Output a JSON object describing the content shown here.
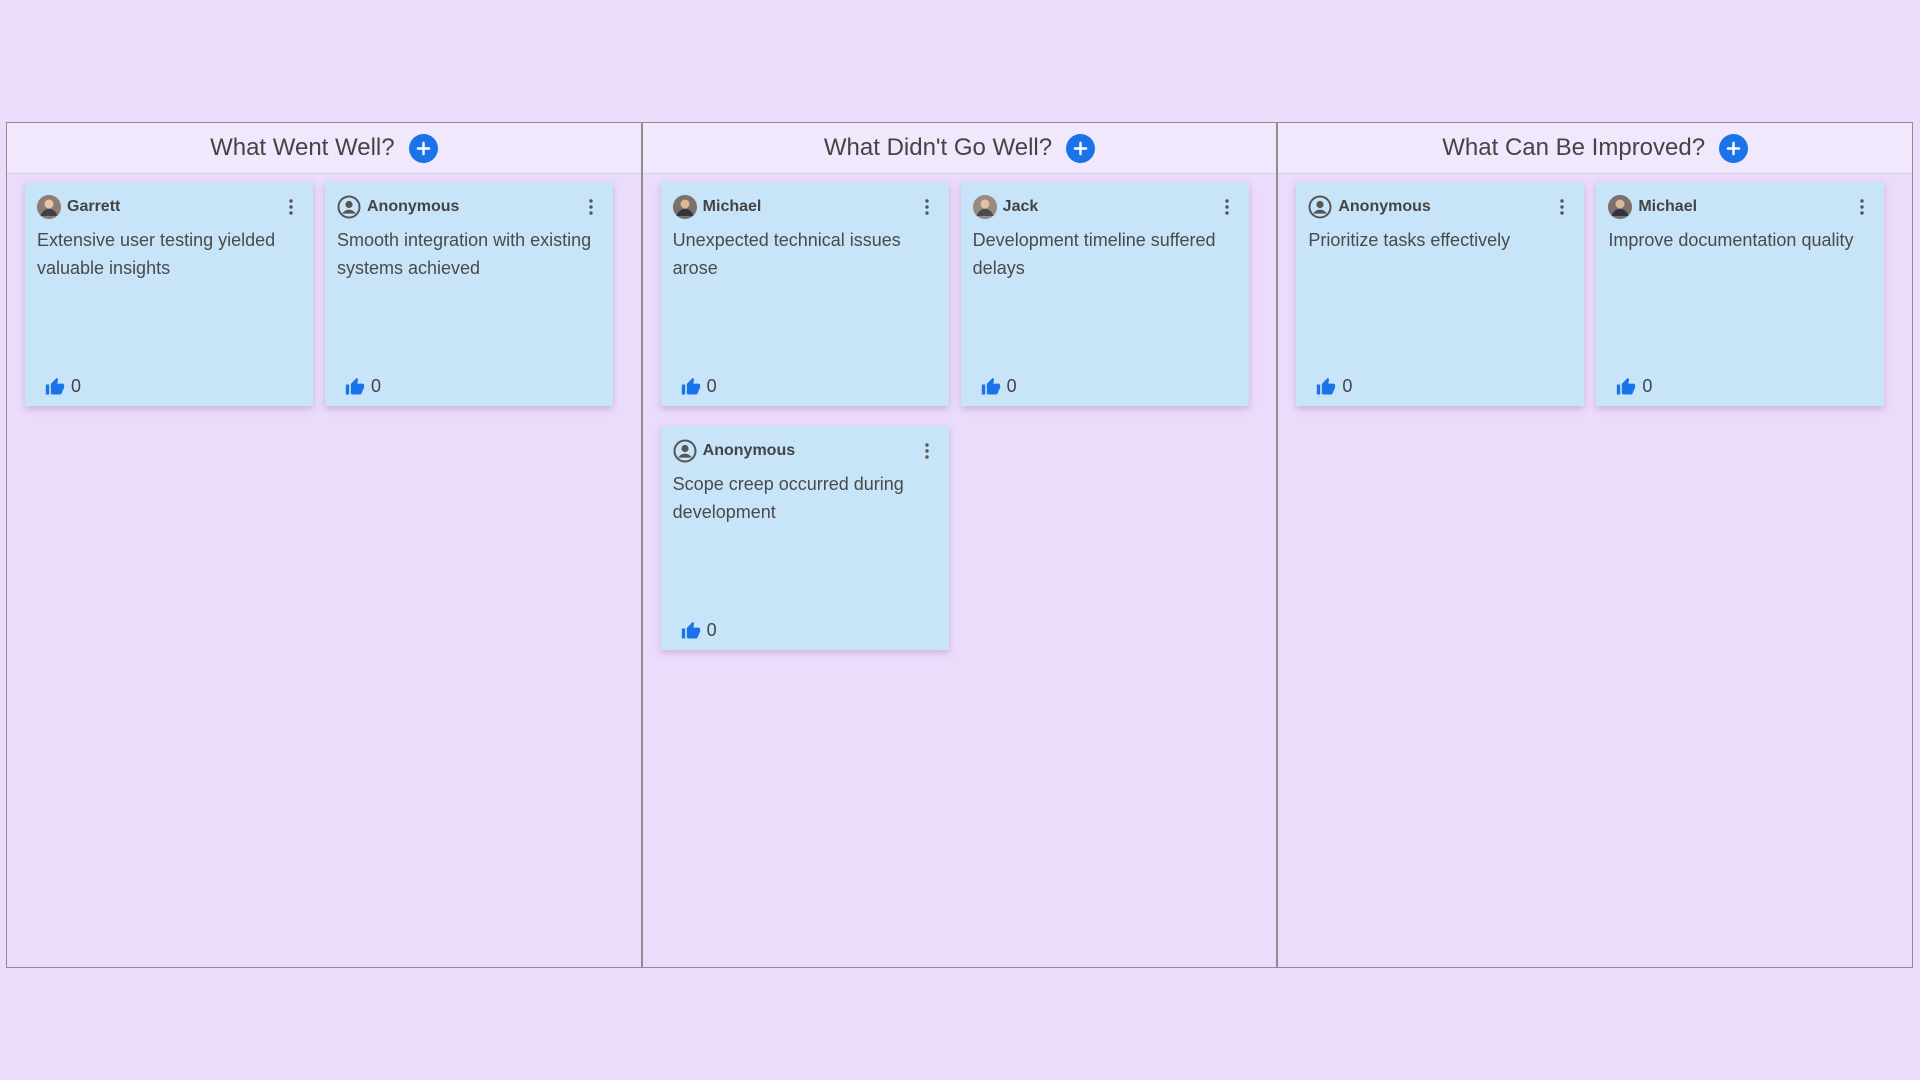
{
  "columns": [
    {
      "title": "What Went Well?",
      "cards": [
        {
          "author": "Garrett",
          "avatar": "photo",
          "text": "Extensive user testing yielded valuable insights",
          "likes": "0"
        },
        {
          "author": "Anonymous",
          "avatar": "anonymous",
          "text": "Smooth integration with existing systems achieved",
          "likes": "0"
        }
      ]
    },
    {
      "title": "What Didn't Go Well?",
      "cards": [
        {
          "author": "Michael",
          "avatar": "photo",
          "text": "Unexpected technical issues arose",
          "likes": "0"
        },
        {
          "author": "Jack",
          "avatar": "photo",
          "text": "Development timeline suffered delays",
          "likes": "0"
        },
        {
          "author": "Anonymous",
          "avatar": "anonymous",
          "text": "Scope creep occurred during development",
          "likes": "0"
        }
      ]
    },
    {
      "title": "What Can Be Improved?",
      "cards": [
        {
          "author": "Anonymous",
          "avatar": "anonymous",
          "text": "Prioritize tasks effectively",
          "likes": "0"
        },
        {
          "author": "Michael",
          "avatar": "photo",
          "text": "Improve documentation quality",
          "likes": "0"
        }
      ]
    }
  ],
  "icons": {
    "add": "plus-circle-icon",
    "menu": "more-vertical-icon",
    "like": "thumbs-up-icon",
    "anonymous": "account-circle-icon"
  },
  "colors": {
    "background": "#ecdcfb",
    "card": "#c7e4f9",
    "accent": "#1a73e8"
  }
}
